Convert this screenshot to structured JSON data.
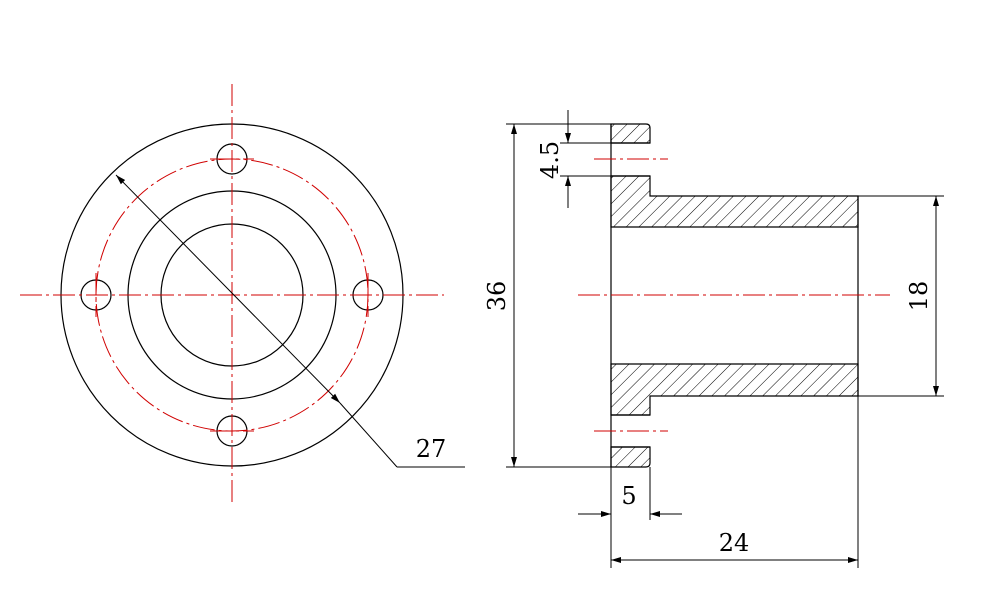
{
  "drawing": {
    "colors": {
      "outline": "#000000",
      "centerline": "#d00000",
      "background": "#ffffff"
    },
    "front_view": {
      "pitch_diameter_label": "27"
    },
    "side_view": {
      "overall_diameter_label": "36",
      "bore_diameter_label": "18",
      "total_length_label": "24",
      "flange_thickness_label": "5",
      "hole_diameter_label": "4.5"
    }
  }
}
